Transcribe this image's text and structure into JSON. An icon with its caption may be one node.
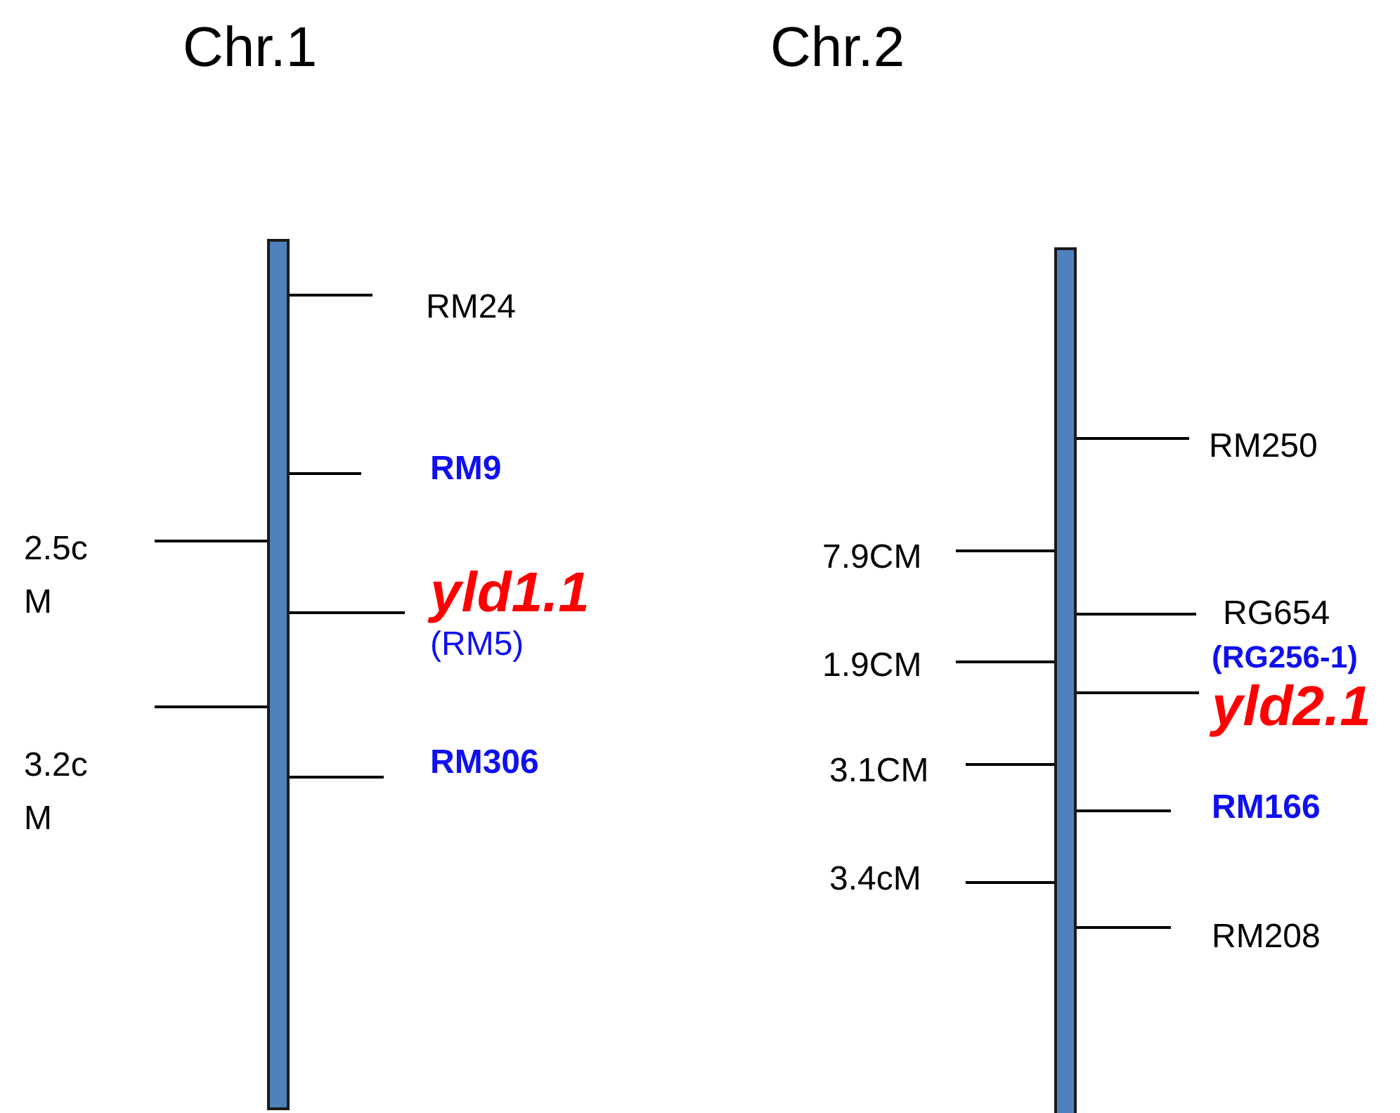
{
  "diagram": {
    "nodes": [
      {
        "text": [
          "Chr.1"
        ]
      },
      {
        "text": [
          "RM24"
        ]
      },
      {
        "text": [
          "RM9"
        ]
      },
      {
        "text": [
          "yld1.1",
          "(RM5)"
        ]
      },
      {
        "text": [
          "RM306"
        ]
      },
      {
        "text": [
          "Chr.2"
        ]
      },
      {
        "text": [
          "RM250"
        ]
      },
      {
        "text": [
          "RG654"
        ]
      },
      {
        "text": [
          "(RG256-1)",
          "yld2.1"
        ]
      },
      {
        "text": [
          "RM166"
        ]
      },
      {
        "text": [
          "RM208"
        ]
      }
    ],
    "edges": [
      {
        "from": 1,
        "to": 0,
        "arrow": "none"
      },
      {
        "from": 2,
        "to": 0,
        "arrow": "none"
      },
      {
        "from": 3,
        "to": 0,
        "arrow": "none"
      },
      {
        "from": 4,
        "to": 0,
        "arrow": "none"
      },
      {
        "from": 6,
        "to": 5,
        "arrow": "none"
      },
      {
        "from": 7,
        "to": 5,
        "arrow": "none"
      },
      {
        "from": 8,
        "to": 5,
        "arrow": "none"
      },
      {
        "from": 9,
        "to": 5,
        "arrow": "none"
      },
      {
        "from": 10,
        "to": 5,
        "arrow": "none"
      }
    ],
    "labels": [
      "2.5c M",
      "3.2c M",
      "7.9CM",
      "1.9CM",
      "3.1CM",
      "3.4cM"
    ]
  }
}
